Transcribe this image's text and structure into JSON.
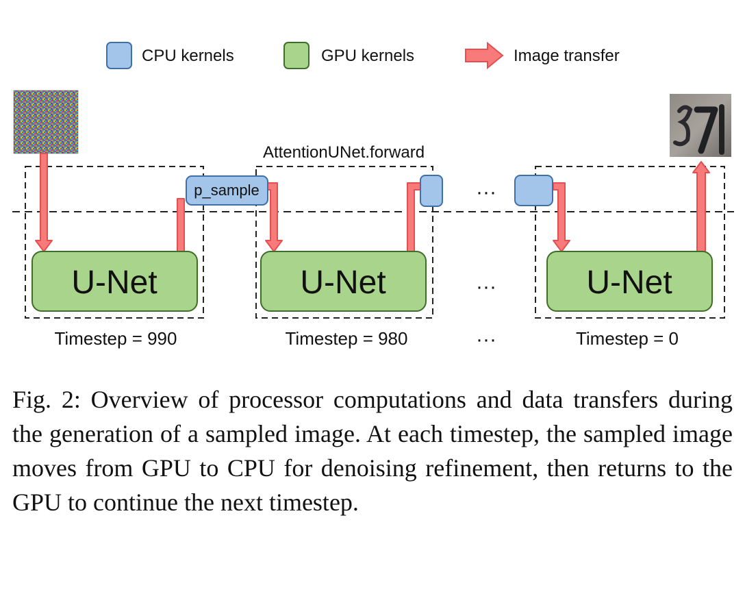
{
  "legend": {
    "cpu_label": "CPU kernels",
    "gpu_label": "GPU kernels",
    "transfer_label": "Image transfer"
  },
  "diagram": {
    "forward_label": "AttentionUNet.forward",
    "psample_label": "p_sample",
    "blocks": [
      {
        "label": "U-Net",
        "timestep": "Timestep = 990"
      },
      {
        "label": "U-Net",
        "timestep": "Timestep = 980"
      },
      {
        "label": "U-Net",
        "timestep": "Timestep = 0"
      }
    ],
    "ellipsis": "···"
  },
  "caption": {
    "text": "Fig. 2: Overview of processor computations and data transfers during the generation of a sampled image. At each timestep, the sampled image moves from GPU to CPU for denoising refinement, then returns to the GPU to continue the next timestep."
  },
  "colors": {
    "cpu_fill": "#a3c5ea",
    "cpu_stroke": "#3e6fa8",
    "gpu_fill": "#a9d48b",
    "gpu_stroke": "#3d6e2a",
    "arrow_fill": "#f77b7b",
    "arrow_stroke": "#e44f4f"
  }
}
